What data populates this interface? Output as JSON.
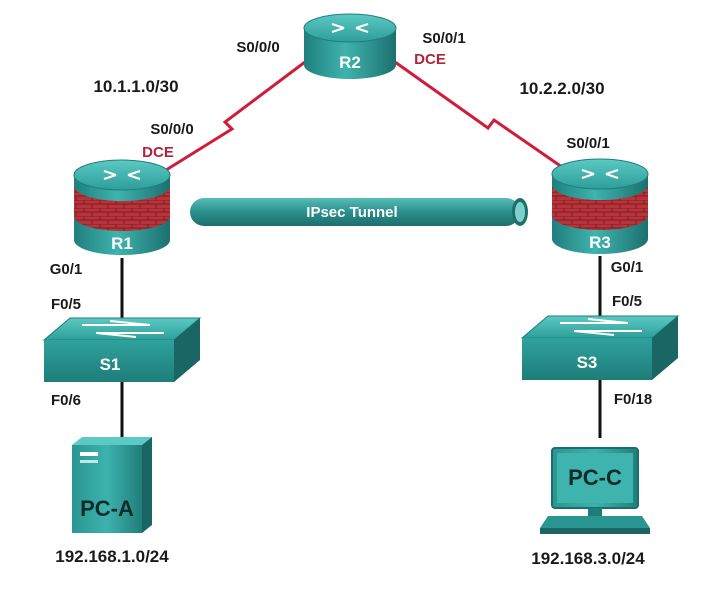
{
  "devices": {
    "r1": {
      "label": "R1"
    },
    "r2": {
      "label": "R2"
    },
    "r3": {
      "label": "R3"
    },
    "s1": {
      "label": "S1"
    },
    "s3": {
      "label": "S3"
    },
    "pca": {
      "label": "PC-A"
    },
    "pcc": {
      "label": "PC-C"
    }
  },
  "networks": {
    "r1_r2": "10.1.1.0/30",
    "r2_r3": "10.2.2.0/30",
    "lan_a": "192.168.1.0/24",
    "lan_c": "192.168.3.0/24"
  },
  "tunnel": {
    "label": "IPsec Tunnel"
  },
  "interfaces": {
    "r2_s000": "S0/0/0",
    "r2_s001": "S0/0/1",
    "r2_dce": "DCE",
    "r1_s000": "S0/0/0",
    "r1_dce": "DCE",
    "r3_s001": "S0/0/1",
    "r1_g01": "G0/1",
    "s1_f05": "F0/5",
    "s1_f06": "F0/6",
    "r3_g01": "G0/1",
    "s3_f05": "F0/5",
    "s3_f018": "F0/18"
  },
  "colors": {
    "serial_link": "#d01c3a",
    "ethernet_link": "#111111",
    "device_teal": "#2c9a98",
    "firewall_red": "#b8333a",
    "dce_label": "#b0243a"
  }
}
